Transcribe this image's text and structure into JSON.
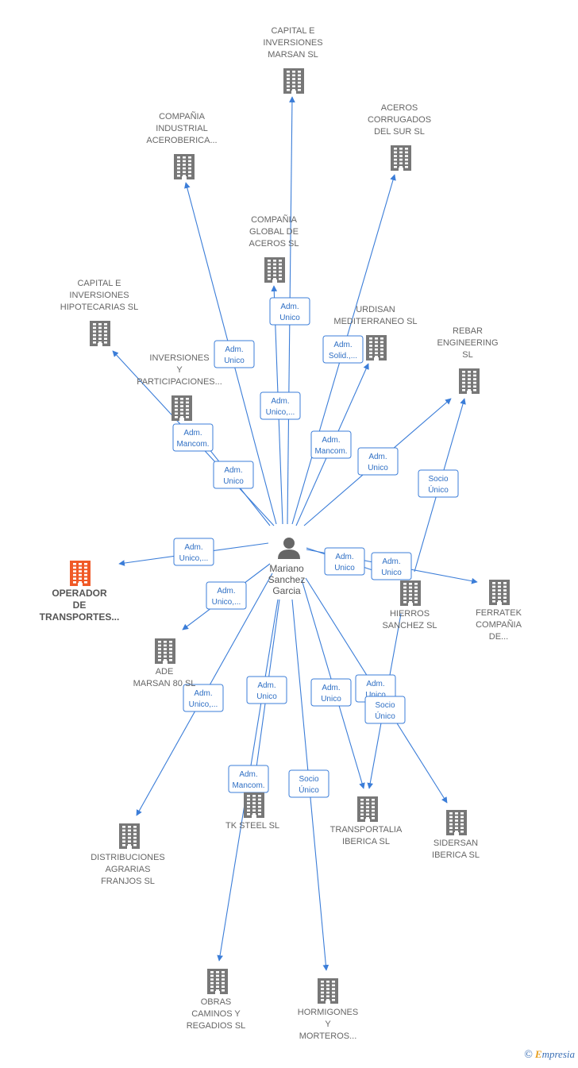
{
  "center": {
    "id": "mariano",
    "lines": [
      "Mariano",
      "Sanchez",
      "Garcia"
    ]
  },
  "colors": {
    "edge": "#3b7dd8",
    "building": "#777777",
    "focus_building": "#f05a28",
    "label": "#666666"
  },
  "nodes": [
    {
      "id": "capital_marsan",
      "lines": [
        "CAPITAL E",
        "INVERSIONES",
        "MARSAN SL"
      ]
    },
    {
      "id": "aceroberica",
      "lines": [
        "COMPAÑIA",
        "INDUSTRIAL",
        "ACEROBERICA..."
      ]
    },
    {
      "id": "aceros_sur",
      "lines": [
        "ACEROS",
        "CORRUGADOS",
        "DEL SUR  SL"
      ]
    },
    {
      "id": "global_aceros",
      "lines": [
        "COMPAÑIA",
        "GLOBAL DE",
        "ACEROS  SL"
      ]
    },
    {
      "id": "capital_hipo",
      "lines": [
        "CAPITAL E",
        "INVERSIONES",
        "HIPOTECARIAS SL"
      ]
    },
    {
      "id": "urdisan",
      "lines": [
        "URDISAN",
        "MEDITERRANEO SL"
      ]
    },
    {
      "id": "rebar",
      "lines": [
        "REBAR",
        "ENGINEERING",
        "SL"
      ]
    },
    {
      "id": "inversiones_part",
      "lines": [
        "INVERSIONES",
        "Y",
        "PARTICIPACIONES..."
      ]
    },
    {
      "id": "operador",
      "lines": [
        "OPERADOR",
        "DE",
        "TRANSPORTES..."
      ],
      "focus": true
    },
    {
      "id": "ade_marsan",
      "lines": [
        "ADE",
        "MARSAN 80 SL"
      ]
    },
    {
      "id": "hierros",
      "lines": [
        "HIERROS",
        "SANCHEZ SL"
      ]
    },
    {
      "id": "ferratek",
      "lines": [
        "FERRATEK",
        "COMPAÑIA",
        "DE..."
      ]
    },
    {
      "id": "distribuciones",
      "lines": [
        "DISTRIBUCIONES",
        "AGRARIAS",
        "FRANJOS  SL"
      ]
    },
    {
      "id": "tk_steel",
      "lines": [
        "TK STEEL SL"
      ]
    },
    {
      "id": "transportalia",
      "lines": [
        "TRANSPORTALIA",
        "IBERICA SL"
      ]
    },
    {
      "id": "sidersan",
      "lines": [
        "SIDERSAN",
        "IBERICA  SL"
      ]
    },
    {
      "id": "obras",
      "lines": [
        "OBRAS",
        "CAMINOS Y",
        "REGADIOS SL"
      ]
    },
    {
      "id": "hormigones",
      "lines": [
        "HORMIGONES",
        "Y",
        "MORTEROS..."
      ]
    }
  ],
  "edges": [
    {
      "from": "mariano",
      "to": "capital_marsan",
      "label": [
        "Adm.",
        "Unico"
      ]
    },
    {
      "from": "mariano",
      "to": "aceroberica",
      "label": [
        "Adm.",
        "Unico"
      ]
    },
    {
      "from": "mariano",
      "to": "aceros_sur",
      "label": [
        "Adm.",
        "Solid.,..."
      ]
    },
    {
      "from": "mariano",
      "to": "global_aceros",
      "label": [
        "Adm.",
        "Unico,..."
      ]
    },
    {
      "from": "mariano",
      "to": "capital_hipo",
      "label": [
        "Adm.",
        "Mancom."
      ]
    },
    {
      "from": "mariano",
      "to": "urdisan",
      "label": [
        "Adm.",
        "Mancom."
      ]
    },
    {
      "from": "mariano",
      "to": "rebar",
      "label": [
        "Adm.",
        "Unico"
      ]
    },
    {
      "from": "mariano",
      "to": "inversiones_part",
      "label": [
        "Adm.",
        "Unico"
      ]
    },
    {
      "from": "mariano",
      "to": "operador",
      "label": [
        "Adm.",
        "Unico,..."
      ]
    },
    {
      "from": "mariano",
      "to": "ade_marsan",
      "label": [
        "Adm.",
        "Unico,..."
      ]
    },
    {
      "from": "mariano",
      "to": "hierros",
      "label": [
        "Adm.",
        "Unico"
      ]
    },
    {
      "from": "mariano",
      "to": "ferratek",
      "label": [
        "Adm.",
        "Unico"
      ]
    },
    {
      "from": "mariano",
      "to": "distribuciones",
      "label": [
        "Adm.",
        "Unico,..."
      ]
    },
    {
      "from": "mariano",
      "to": "tk_steel",
      "label": [
        "Adm.",
        "Unico"
      ]
    },
    {
      "from": "mariano",
      "to": "transportalia",
      "label": [
        "Adm.",
        "Unico"
      ]
    },
    {
      "from": "mariano",
      "to": "sidersan",
      "label": [
        "Adm.",
        "Unico"
      ]
    },
    {
      "from": "mariano",
      "to": "obras",
      "label": [
        "Adm.",
        "Mancom."
      ]
    },
    {
      "from": "mariano",
      "to": "hormigones",
      "label": [
        "Socio",
        "Único"
      ]
    },
    {
      "from": "hierros",
      "to": "rebar",
      "label": [
        "Socio",
        "Único"
      ]
    },
    {
      "from": "hierros",
      "to": "transportalia",
      "label": [
        "Socio",
        "Único"
      ]
    }
  ],
  "brand": {
    "symbol": "©",
    "initial": "E",
    "rest": "mpresia"
  }
}
